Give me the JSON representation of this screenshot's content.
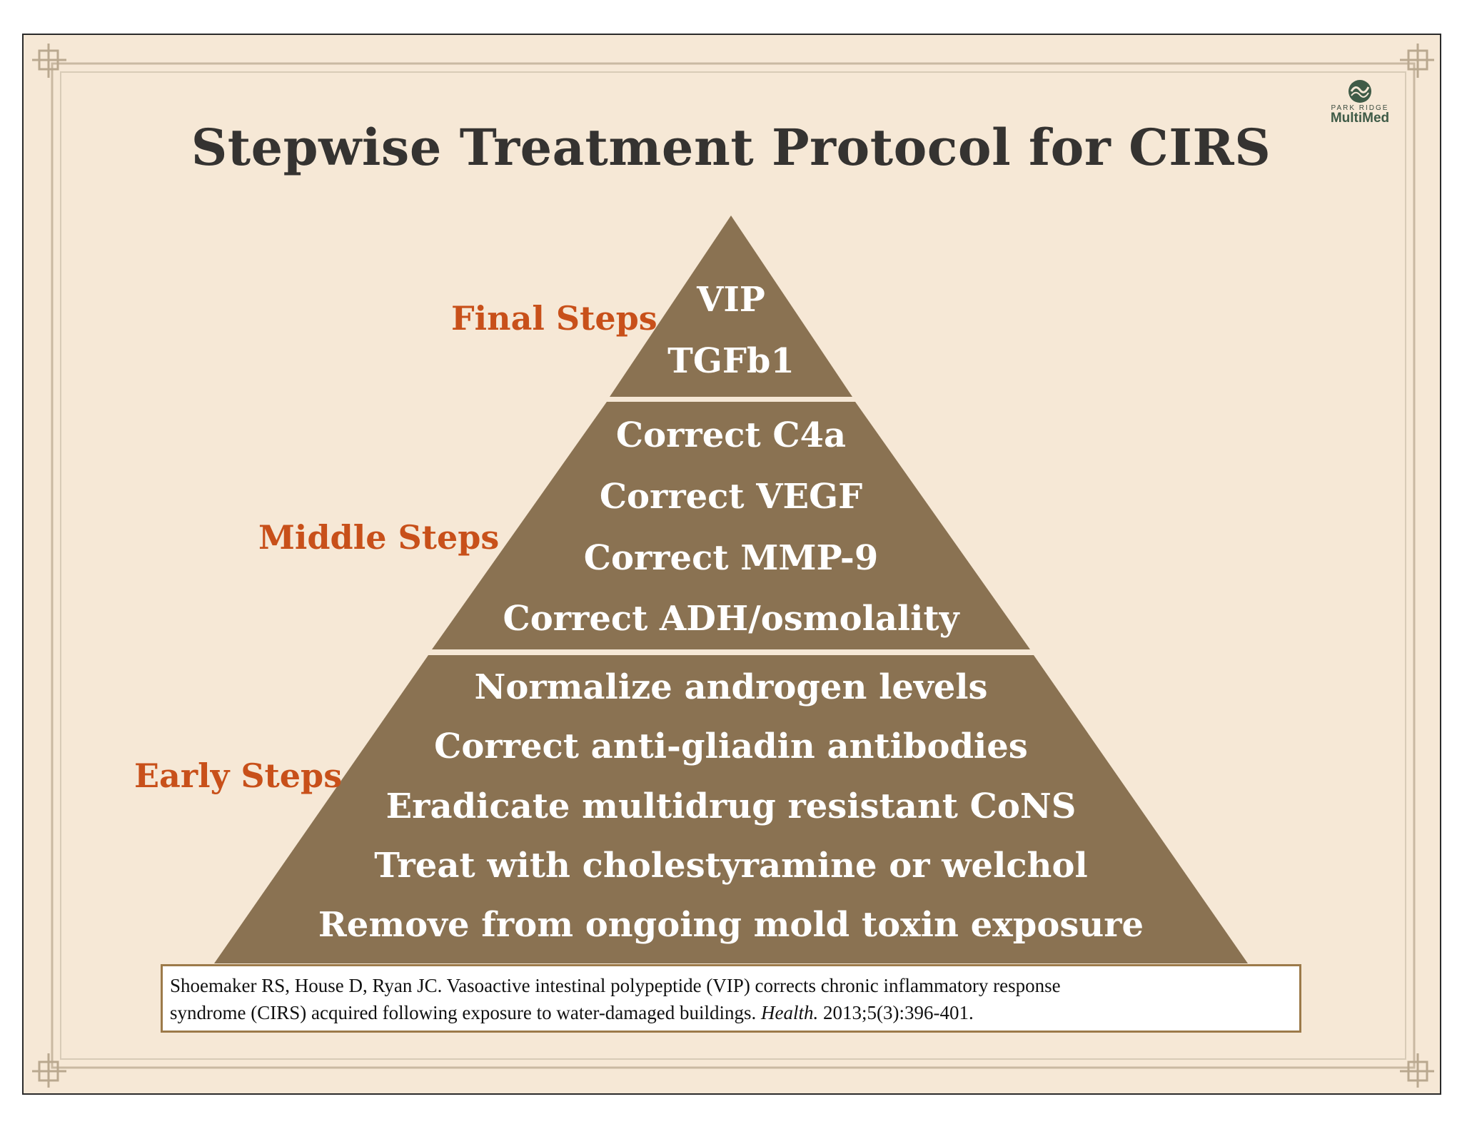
{
  "title": "Stepwise Treatment Protocol for CIRS",
  "logo": {
    "top_text": "PARK RIDGE",
    "bottom_text": "MultiMed",
    "icon": "park-ridge-logo-icon",
    "color": "#3f5b47"
  },
  "colors": {
    "pyramid": "#8a7252",
    "label": "#c8501a",
    "background": "#f6e8d6"
  },
  "tiers": [
    {
      "label": "Final Steps",
      "items": [
        "VIP",
        "TGFb1"
      ]
    },
    {
      "label": "Middle Steps",
      "items": [
        "Correct C4a",
        "Correct VEGF",
        "Correct MMP-9",
        "Correct ADH/osmolality"
      ]
    },
    {
      "label": "Early Steps",
      "items": [
        "Normalize androgen levels",
        "Correct anti-gliadin antibodies",
        "Eradicate multidrug resistant CoNS",
        "Treat with cholestyramine or welchol",
        "Remove from ongoing mold toxin exposure"
      ]
    }
  ],
  "citation": {
    "line1": "Shoemaker RS, House D, Ryan JC. Vasoactive intestinal polypeptide (VIP) corrects chronic inflammatory response",
    "line2_pre": "syndrome (CIRS) acquired following exposure to water-damaged buildings. ",
    "journal": "Health.",
    "line2_post": " 2013;5(3):396-401."
  }
}
